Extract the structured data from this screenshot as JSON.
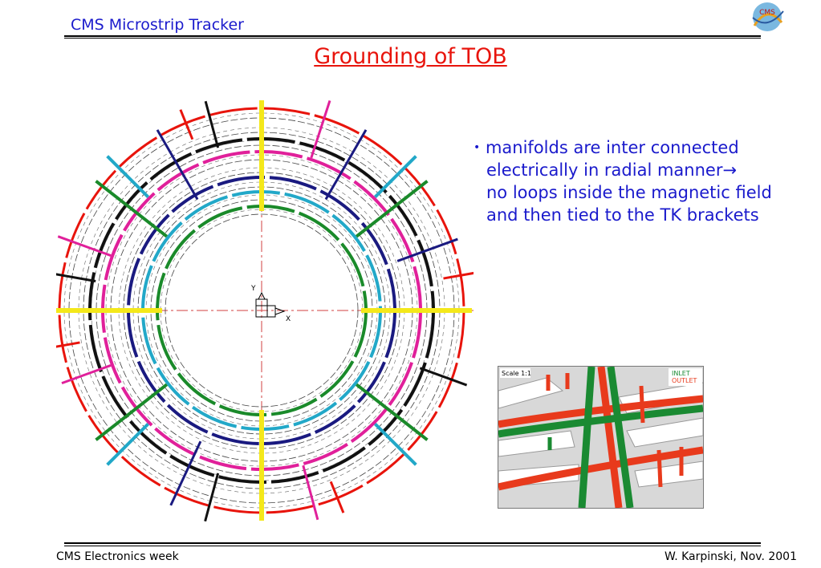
{
  "header": {
    "title": "CMS Microstrip Tracker",
    "logo_text": "CMS"
  },
  "slide": {
    "title": "Grounding of TOB"
  },
  "bullets": {
    "marker": "•",
    "line1": "manifolds are inter connected",
    "line2": "electrically  in radial manner→",
    "line3": "no loops inside  the magnetic field",
    "line4": "and then tied to the TK brackets"
  },
  "diagram": {
    "axis_y_label": "Y",
    "axis_x_label": "X",
    "ring_colors": {
      "outer": "#e8140c",
      "black": "#111111",
      "magenta": "#e0209a",
      "navy": "#1a1a80",
      "cyan": "#22a8c8",
      "green": "#1a8a2a",
      "connector": "#f4e81a"
    }
  },
  "detail_photo": {
    "scale_label": "Scale 1:1",
    "legend_inlet": "INLET",
    "legend_outlet": "OUTLET"
  },
  "footer": {
    "left": "CMS Electronics week",
    "right": "W. Karpinski, Nov. 2001"
  }
}
